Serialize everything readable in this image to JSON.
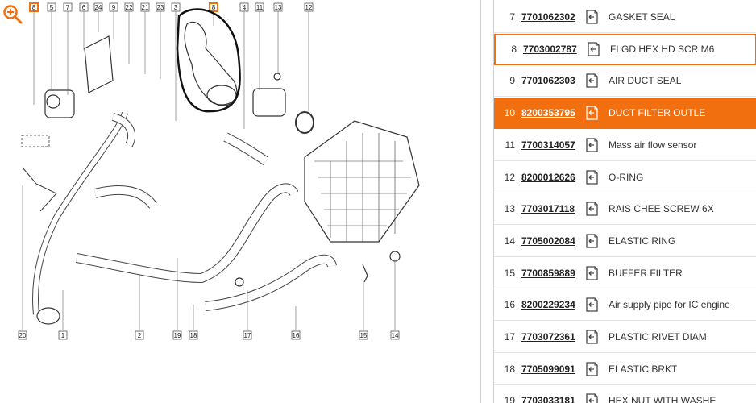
{
  "diagram": {
    "zoom_icon": "zoom-in-icon",
    "callouts_top": [
      "8",
      "5",
      "7",
      "6",
      "24",
      "9",
      "22",
      "21",
      "23",
      "3",
      "8",
      "4",
      "11",
      "13",
      "12"
    ],
    "callouts_bottom": [
      "20",
      "1",
      "2",
      "19",
      "18",
      "17",
      "16",
      "15",
      "14"
    ],
    "highlight_color": "#f26f10"
  },
  "parts": [
    {
      "num": "7",
      "pn": "7701062302",
      "desc": "GASKET SEAL",
      "icon": "cart-icon",
      "state": "normal"
    },
    {
      "num": "8",
      "pn": "7703002787",
      "desc": "FLGD HEX HD SCR M6",
      "icon": "cart-icon",
      "state": "outlined"
    },
    {
      "num": "9",
      "pn": "7701062303",
      "desc": "AIR DUCT SEAL",
      "icon": "cart-icon",
      "state": "normal"
    },
    {
      "num": "10",
      "pn": "8200353795",
      "desc": "DUCT FILTER OUTLE",
      "icon": "cart-icon",
      "state": "active"
    },
    {
      "num": "11",
      "pn": "7700314057",
      "desc": "Mass air flow sensor",
      "icon": "cart-icon",
      "state": "normal"
    },
    {
      "num": "12",
      "pn": "8200012626",
      "desc": "O-RING",
      "icon": "cart-icon",
      "state": "normal"
    },
    {
      "num": "13",
      "pn": "7703017118",
      "desc": "RAIS CHEE SCREW 6X",
      "icon": "cart-icon",
      "state": "normal"
    },
    {
      "num": "14",
      "pn": "7705002084",
      "desc": "ELASTIC RING",
      "icon": "cart-icon",
      "state": "normal"
    },
    {
      "num": "15",
      "pn": "7700859889",
      "desc": "BUFFER FILTER",
      "icon": "cart-icon",
      "state": "normal"
    },
    {
      "num": "16",
      "pn": "8200229234",
      "desc": "Air supply pipe for IC engine",
      "icon": "cart-icon",
      "state": "normal"
    },
    {
      "num": "17",
      "pn": "7703072361",
      "desc": "PLASTIC RIVET DIAM",
      "icon": "cart-icon",
      "state": "normal"
    },
    {
      "num": "18",
      "pn": "7705099091",
      "desc": "ELASTIC BRKT",
      "icon": "cart-icon",
      "state": "normal"
    },
    {
      "num": "19",
      "pn": "7703033181",
      "desc": "HEX NUT WITH WASHE",
      "icon": "cart-icon",
      "state": "normal"
    }
  ]
}
